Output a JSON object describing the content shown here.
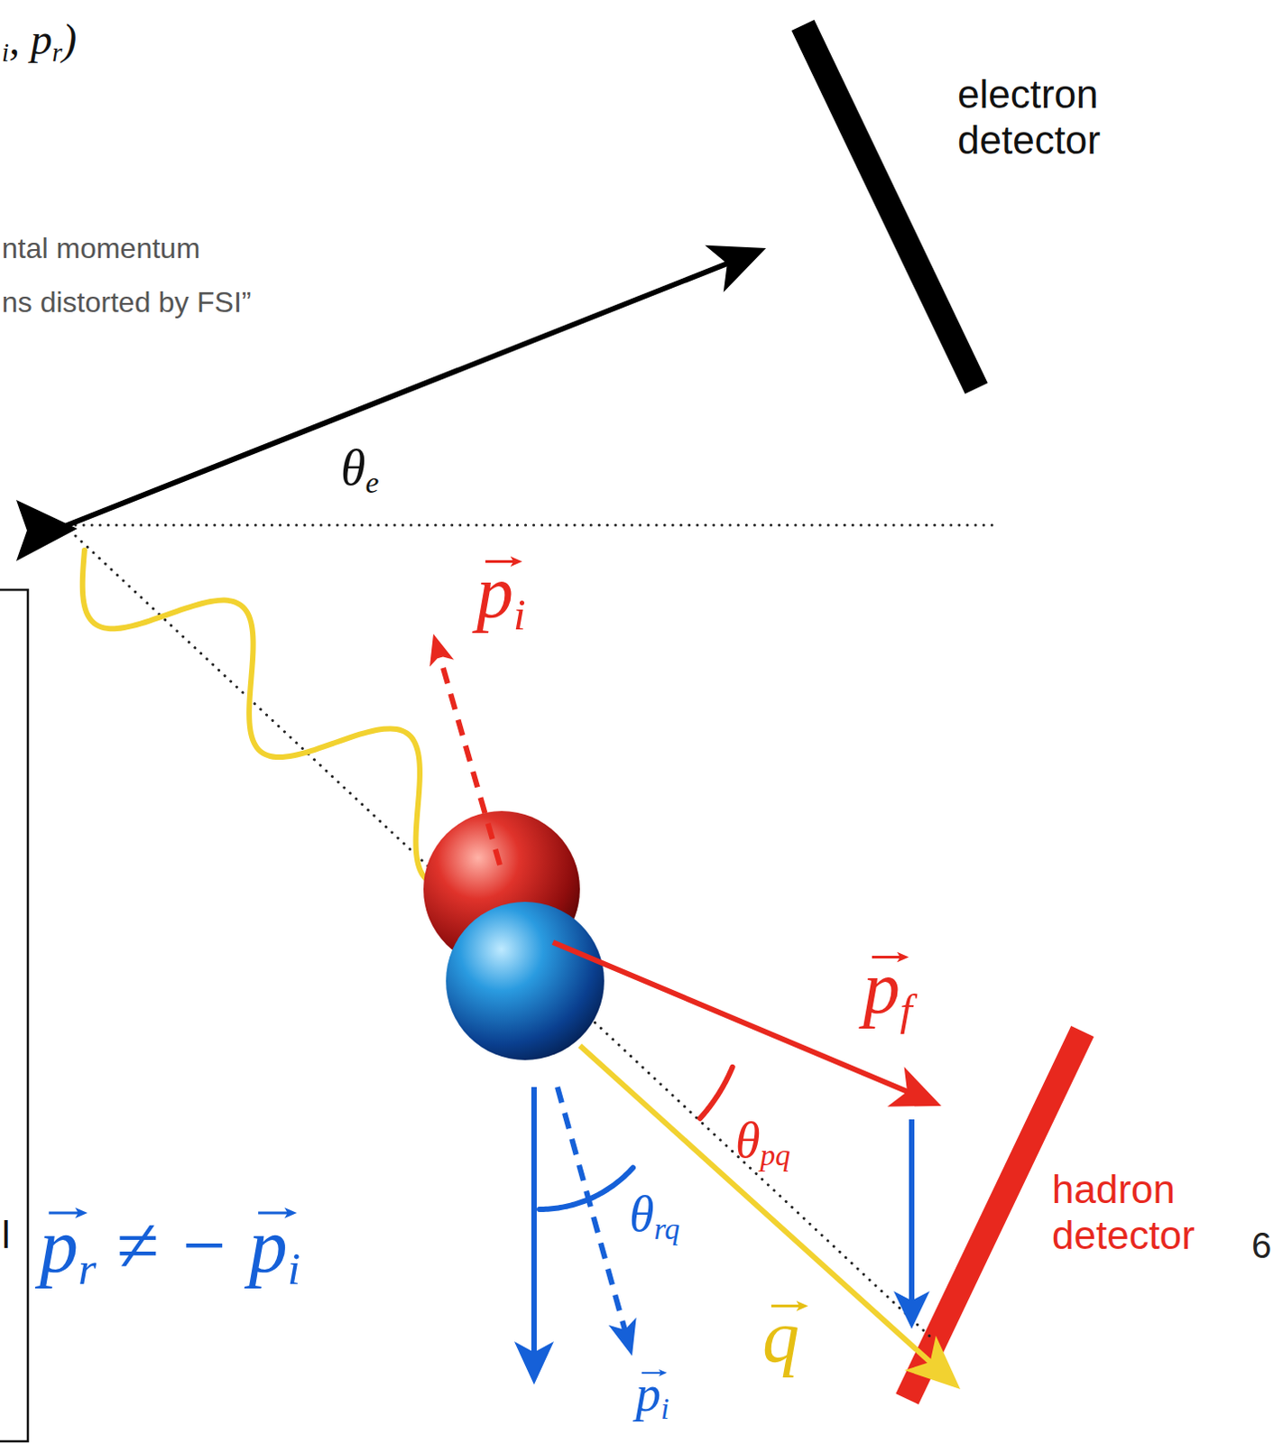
{
  "diagram": {
    "labels": [
      "i, pr)",
      "electron detector",
      "ntal momentum",
      "ns distorted by FSI”",
      "θe",
      "pi",
      "pf",
      "θpq",
      "hadron detector",
      "θrq",
      "pr ≠ − pi",
      "l",
      "6",
      "q",
      "pi"
    ]
  }
}
